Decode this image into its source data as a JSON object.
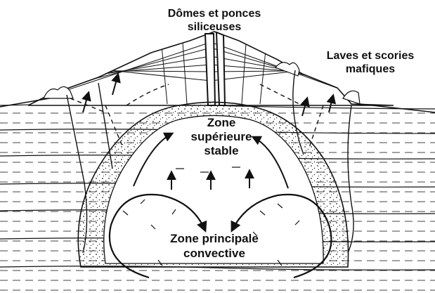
{
  "labels": {
    "domes": [
      "Dômes et ponces",
      "siliceuses"
    ],
    "laves": [
      "Laves et scories",
      "mafiques"
    ],
    "zone_sup": [
      "Zone",
      "supérieure",
      "stable"
    ],
    "zone_conv": [
      "Zone principale",
      "convective"
    ]
  },
  "colors": {
    "ink": "#111111",
    "paper": "#ffffff"
  }
}
